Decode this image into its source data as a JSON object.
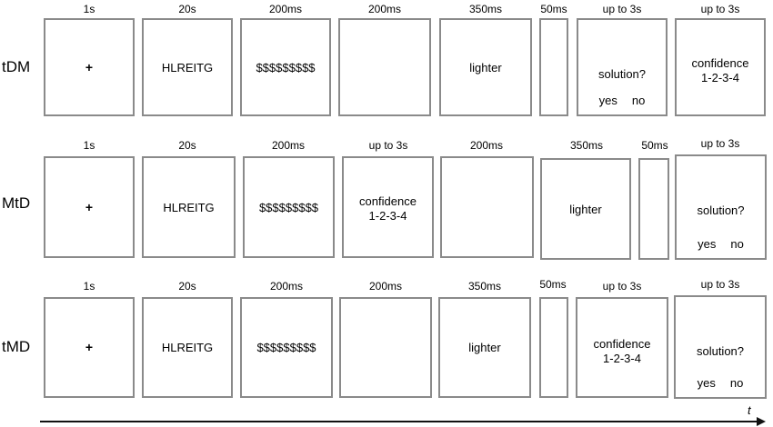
{
  "rows": [
    {
      "label": "tDM",
      "durations": [
        "1s",
        "20s",
        "200ms",
        "200ms",
        "350ms",
        "50ms",
        "up to 3s",
        "up to 3s"
      ],
      "screens": [
        "+",
        "HLREITG",
        "$$$$$$$$$",
        "",
        "lighter",
        "",
        "solution?|yes|no",
        "confidence|1-2-3-4"
      ]
    },
    {
      "label": "MtD",
      "durations": [
        "1s",
        "20s",
        "200ms",
        "up to 3s",
        "200ms",
        "350ms",
        "50ms",
        "up to 3s"
      ],
      "screens": [
        "+",
        "HLREITG",
        "$$$$$$$$$",
        "confidence|1-2-3-4",
        "",
        "lighter",
        "",
        "solution?|yes|no"
      ]
    },
    {
      "label": "tMD",
      "durations": [
        "1s",
        "20s",
        "200ms",
        "200ms",
        "350ms",
        "50ms",
        "up to 3s",
        "up to 3s"
      ],
      "screens": [
        "+",
        "HLREITG",
        "$$$$$$$$$",
        "",
        "lighter",
        "",
        "confidence|1-2-3-4",
        "solution?|yes|no"
      ]
    }
  ],
  "time_axis_label": "t"
}
